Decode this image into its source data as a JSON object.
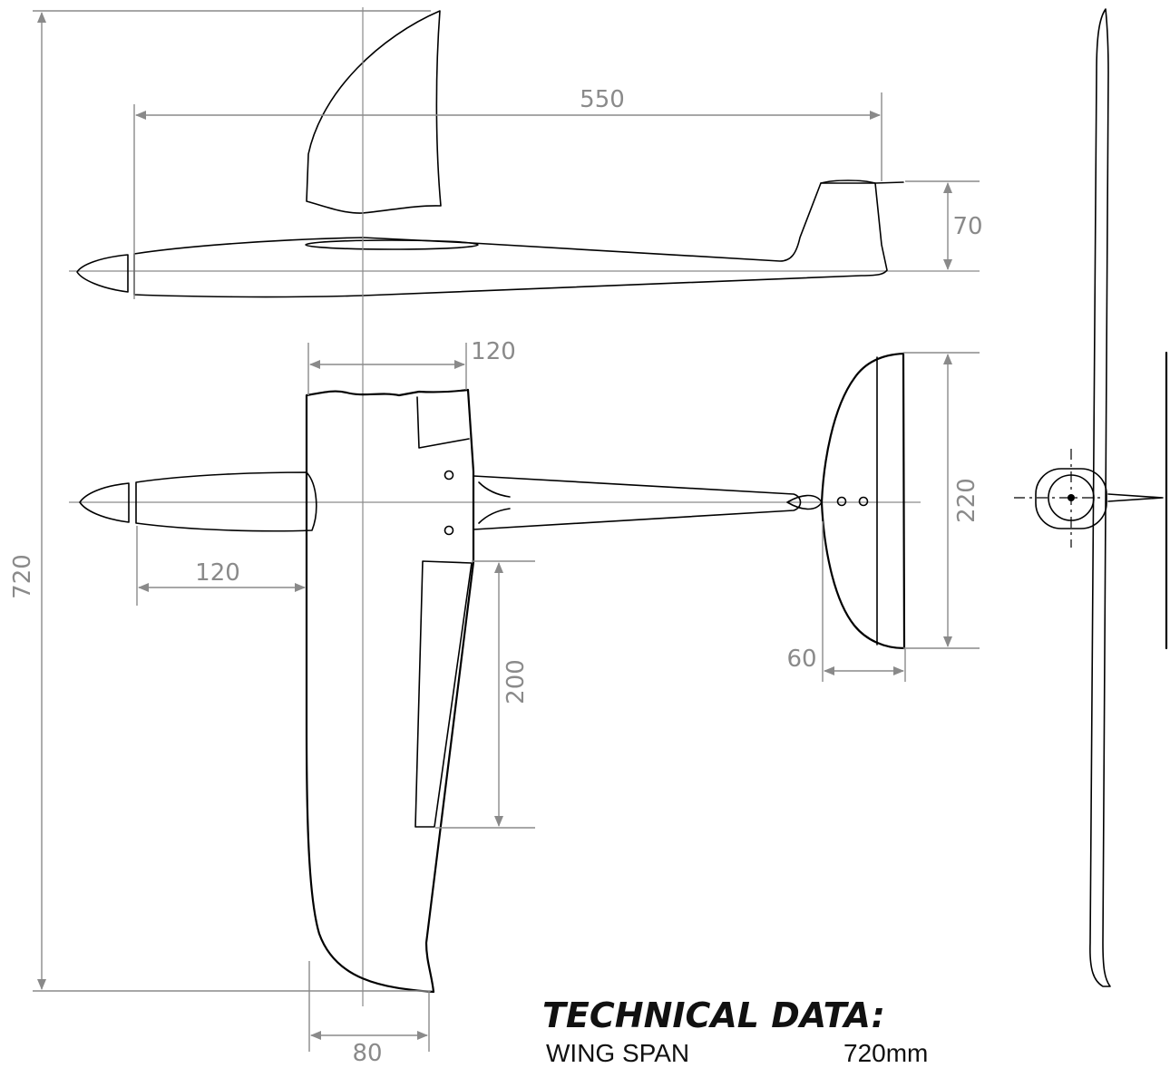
{
  "dimensions": {
    "wing_span_total": "720",
    "fuselage_length": "550",
    "fin_height": "70",
    "wing_root_chord": "120",
    "nose_to_wing": "120",
    "tailplane_span": "220",
    "aileron_length": "200",
    "tailplane_chord": "60",
    "wing_tip_chord": "80"
  },
  "technical_data": {
    "title": "TECHNICAL DATA:",
    "rows": [
      {
        "label": "WING SPAN",
        "value": "720mm"
      }
    ]
  },
  "colors": {
    "line": "#000000",
    "dimension": "#8a8a8a",
    "background": "#ffffff"
  }
}
